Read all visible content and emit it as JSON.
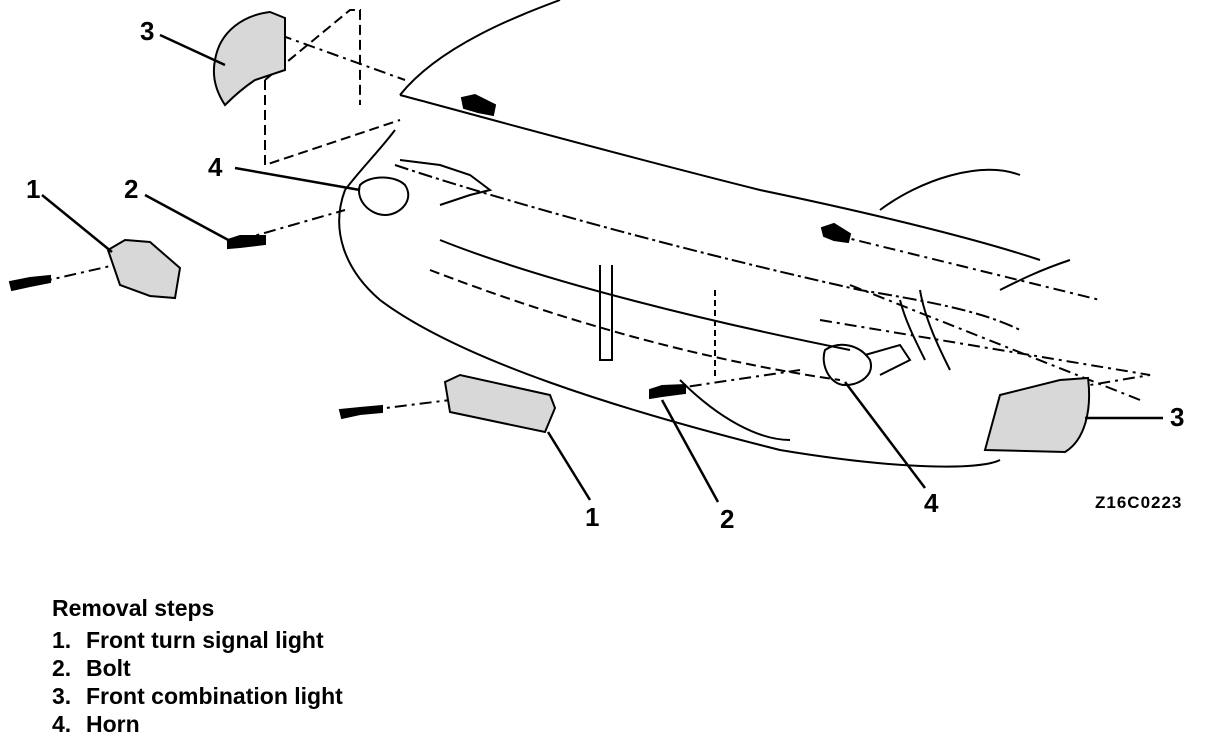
{
  "diagram": {
    "callouts": [
      {
        "id": "c3a",
        "text": "3"
      },
      {
        "id": "c4a",
        "text": "4"
      },
      {
        "id": "c1a",
        "text": "1"
      },
      {
        "id": "c2a",
        "text": "2"
      },
      {
        "id": "c1b",
        "text": "1"
      },
      {
        "id": "c2b",
        "text": "2"
      },
      {
        "id": "c4b",
        "text": "4"
      },
      {
        "id": "c3b",
        "text": "3"
      }
    ],
    "figure_code": "Z16C0223"
  },
  "legend": {
    "title": "Removal steps",
    "steps": [
      {
        "num": "1.",
        "label": "Front turn signal light"
      },
      {
        "num": "2.",
        "label": "Bolt"
      },
      {
        "num": "3.",
        "label": "Front combination light"
      },
      {
        "num": "4.",
        "label": "Horn"
      }
    ]
  },
  "colors": {
    "ink": "#000000",
    "paper": "#ffffff",
    "lamp_fill": "#d8d8d8"
  }
}
